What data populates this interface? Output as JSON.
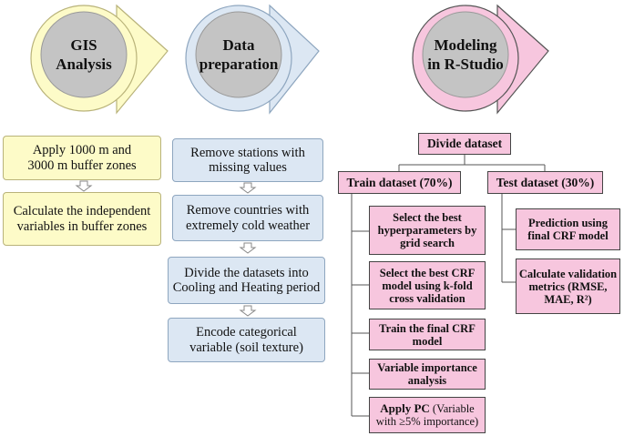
{
  "gis": {
    "title_line1": "GIS",
    "title_line2": "Analysis",
    "steps": [
      "Apply 1000 m and 3000 m buffer zones",
      "Calculate the independent variables in buffer zones"
    ]
  },
  "data_prep": {
    "title_line1": "Data",
    "title_line2": "preparation",
    "steps": [
      "Remove stations with missing values",
      "Remove countries with extremely cold weather",
      "Divide the datasets into Cooling and Heating period",
      "Encode categorical variable (soil texture)"
    ]
  },
  "modeling": {
    "title_line1": "Modeling",
    "title_line2": "in R-Studio",
    "divide": "Divide dataset",
    "train": "Train dataset (70%)",
    "test": "Test dataset (30%)",
    "train_steps": [
      "Select the best hyperparameters by grid search",
      "Select the best CRF model using k-fold cross validation",
      "Train the final CRF model",
      "Variable importance analysis"
    ],
    "apply_pc_bold": "Apply PC",
    "apply_pc_rest": " (Variable with ≥5% importance)",
    "test_steps": [
      "Prediction using final CRF model",
      "Calculate validation metrics (RMSE, MAE, R²)"
    ]
  },
  "colors": {
    "yellow": "#fdfbc8",
    "blue": "#dce7f3",
    "pink": "#f7c6de",
    "circle_gray": "#c4c4c4"
  }
}
